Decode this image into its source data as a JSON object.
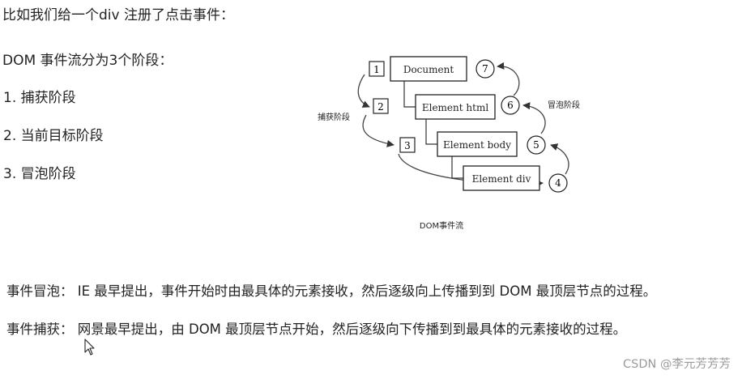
{
  "intro": "比如我们给一个div 注册了点击事件：",
  "phases_title": "DOM 事件流分为3个阶段：",
  "phases": [
    "1. 捕获阶段",
    "2. 当前目标阶段",
    "3. 冒泡阶段"
  ],
  "diagram": {
    "nodes": [
      "Document",
      "Element html",
      "Element body",
      "Element div"
    ],
    "steps": [
      "1",
      "2",
      "3",
      "4",
      "5",
      "6",
      "7"
    ],
    "capture_label": "捕获阶段",
    "bubble_label": "冒泡阶段",
    "caption": "DOM事件流"
  },
  "definitions": [
    "事件冒泡：  IE 最早提出，事件开始时由最具体的元素接收，然后逐级向上传播到到 DOM 最顶层节点的过程。",
    "事件捕获：  网景最早提出，由 DOM 最顶层节点开始，然后逐级向下传播到到最具体的元素接收的过程。"
  ],
  "watermark": "CSDN @李元芳芳芳",
  "icons": {
    "cursor": "mouse-pointer-icon"
  }
}
